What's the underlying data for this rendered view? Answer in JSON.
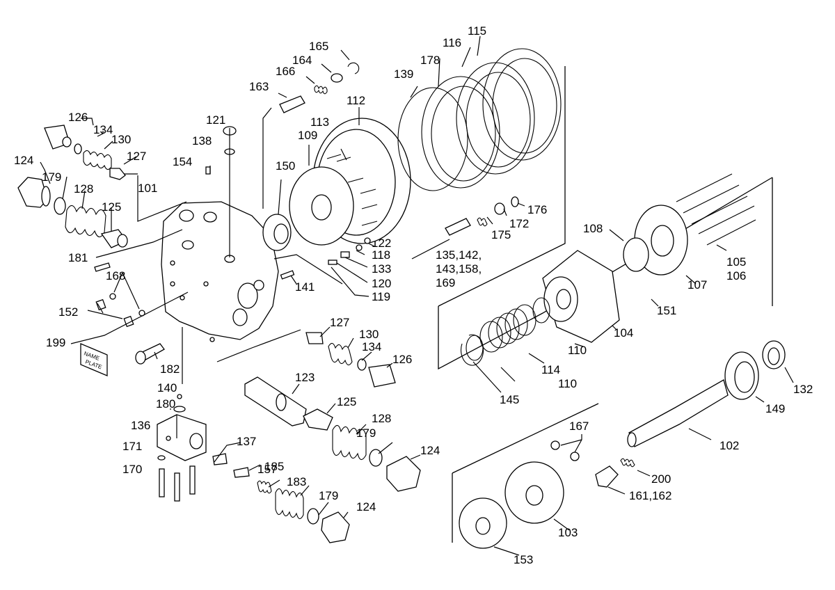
{
  "diagram": {
    "nameplate_text": [
      "NAME",
      "PLATE"
    ],
    "labels": [
      "101",
      "102",
      "103",
      "104",
      "105",
      "106",
      "107",
      "108",
      "109",
      "110",
      "110",
      "112",
      "113",
      "114",
      "115",
      "116",
      "118",
      "119",
      "120",
      "121",
      "122",
      "123",
      "124",
      "124",
      "124",
      "125",
      "125",
      "126",
      "126",
      "127",
      "127",
      "128",
      "128",
      "130",
      "130",
      "132",
      "133",
      "134",
      "134",
      "135,142,",
      "143,158,",
      "169",
      "136",
      "137",
      "138",
      "139",
      "140",
      "141",
      "145",
      "149",
      "150",
      "151",
      "152",
      "153",
      "154",
      "157",
      "161,162",
      "163",
      "164",
      "165",
      "166",
      "167",
      "168",
      "170",
      "171",
      "172",
      "175",
      "176",
      "178",
      "179",
      "179",
      "179",
      "180",
      "181",
      "182",
      "183",
      "185",
      "199",
      "200"
    ]
  }
}
